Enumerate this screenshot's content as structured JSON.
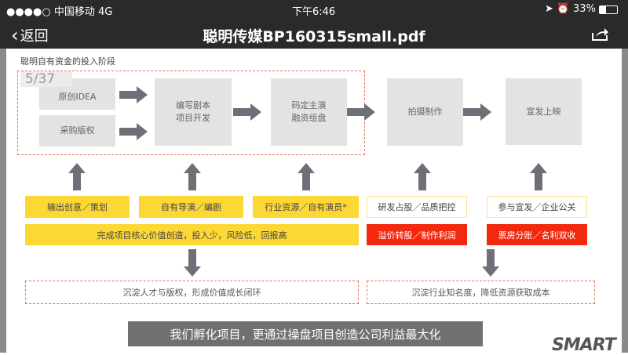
{
  "status_bar": {
    "carrier": "●●●●○ 中国移动  4G",
    "time": "下午6:46",
    "battery": "33%"
  },
  "nav": {
    "back_label": "返回",
    "title": "聪明传媒BP160315small.pdf"
  },
  "page_indicator": "5/37",
  "slide": {
    "stage_label": "聪明自有资金的投入阶段",
    "steps": [
      "原创IDEA",
      "采购版权",
      "编写剧本\n项目开发",
      "码定主演\n融资组盘",
      "拍摄制作",
      "宣发上映"
    ],
    "row1": [
      "输出创意／策划",
      "自有导演／编剧",
      "行业资源／自有演员*",
      "研发占股／品质把控",
      "参与宣发／企业公关"
    ],
    "row2": [
      "完成项目核心价值创造，投入少，风险低，回报高",
      "溢价转股／制作利润",
      "票房分账／名利双收"
    ],
    "results": [
      "沉淀人才与版权，形成价值成长闭环",
      "沉淀行业知名度，降低资源获取成本"
    ],
    "banner": "我们孵化项目，更通过操盘项目创造公司利益最大化",
    "logo": "SMART"
  },
  "colors": {
    "yellow": "#fdd835",
    "red": "#f2290f",
    "arrow": "#6f7077",
    "banner": "#707070"
  }
}
